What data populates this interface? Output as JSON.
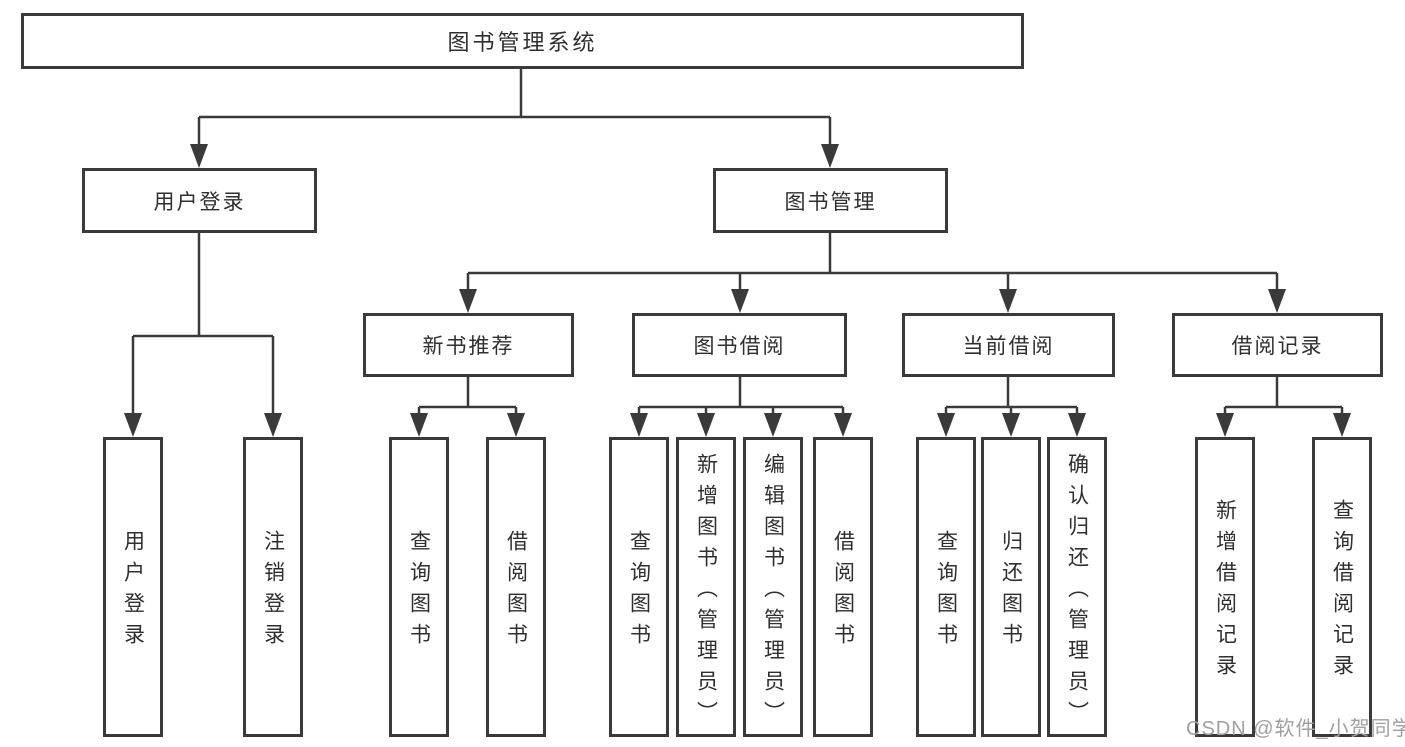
{
  "colors": {
    "line": "#3a3a3a",
    "text": "#2f2f2f",
    "watermark": "#a0a0a0",
    "box": "#ffffff"
  },
  "watermark": "CSDN @软件_小贺同学",
  "tree": {
    "root": {
      "label": "图书管理系统"
    },
    "branches": [
      {
        "label": "用户登录",
        "children": [
          {
            "label": "用户登录"
          },
          {
            "label": "注销登录"
          }
        ]
      },
      {
        "label": "图书管理",
        "children": [
          {
            "label": "新书推荐",
            "children": [
              {
                "label": "查询图书"
              },
              {
                "label": "借阅图书"
              }
            ]
          },
          {
            "label": "图书借阅",
            "children": [
              {
                "label": "查询图书"
              },
              {
                "label": "新增图书（管理员）"
              },
              {
                "label": "编辑图书（管理员）"
              },
              {
                "label": "借阅图书"
              }
            ]
          },
          {
            "label": "当前借阅",
            "children": [
              {
                "label": "查询图书"
              },
              {
                "label": "归还图书"
              },
              {
                "label": "确认归还（管理员）"
              }
            ]
          },
          {
            "label": "借阅记录",
            "children": [
              {
                "label": "新增借阅记录"
              },
              {
                "label": "查询借阅记录"
              }
            ]
          }
        ]
      }
    ]
  }
}
